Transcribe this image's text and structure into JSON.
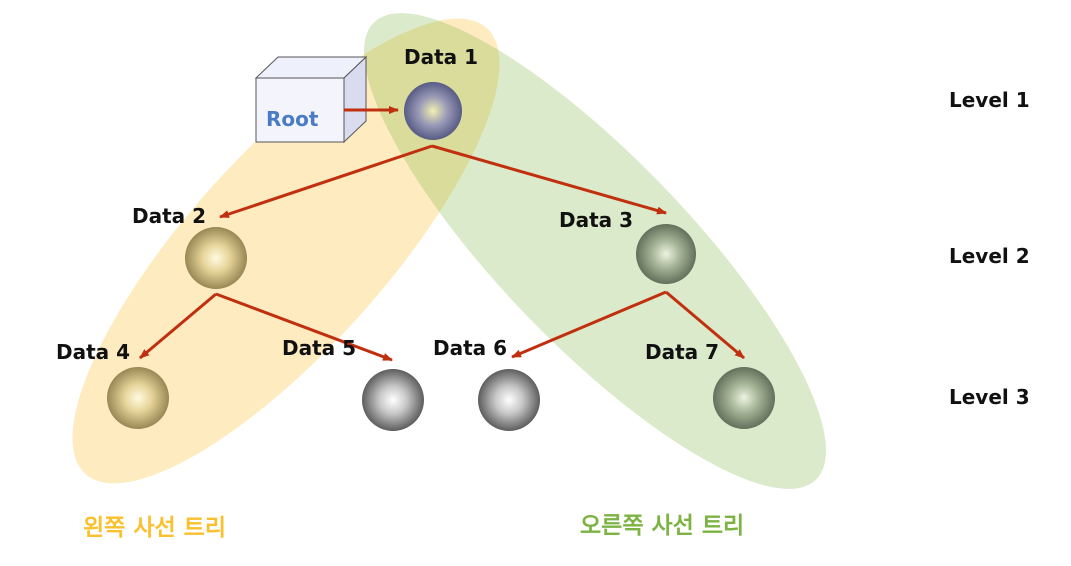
{
  "root": {
    "label": "Root"
  },
  "nodes": [
    {
      "id": "n1",
      "label": "Data 1",
      "style": "blue"
    },
    {
      "id": "n2",
      "label": "Data 2",
      "style": "yellow"
    },
    {
      "id": "n3",
      "label": "Data 3",
      "style": "green"
    },
    {
      "id": "n4",
      "label": "Data 4",
      "style": "yellow"
    },
    {
      "id": "n5",
      "label": "Data 5",
      "style": "gray"
    },
    {
      "id": "n6",
      "label": "Data 6",
      "style": "gray"
    },
    {
      "id": "n7",
      "label": "Data 7",
      "style": "green"
    }
  ],
  "edges": [
    [
      "root",
      "n1"
    ],
    [
      "n1",
      "n2"
    ],
    [
      "n1",
      "n3"
    ],
    [
      "n2",
      "n4"
    ],
    [
      "n2",
      "n5"
    ],
    [
      "n3",
      "n6"
    ],
    [
      "n3",
      "n7"
    ]
  ],
  "levels": [
    "Level 1",
    "Level 2",
    "Level 3"
  ],
  "groups": {
    "left": {
      "label": "왼쪽 사선 트리",
      "color": "#fbc02d"
    },
    "right": {
      "label": "오른쪽 사선 트리",
      "color": "#7cb342"
    }
  },
  "colors": {
    "arrow": "#c0300f",
    "root_text": "#4a7cc5"
  }
}
